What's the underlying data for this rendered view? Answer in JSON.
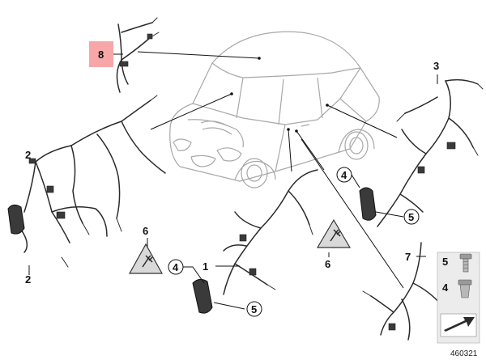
{
  "callouts": {
    "c8": "8",
    "c2": "2",
    "c3": "3",
    "c4_left": "4",
    "c4_right": "4",
    "c5_left": "5",
    "c5_right": "5",
    "c6_left": "6",
    "c6_right": "6",
    "c1": "1",
    "c7": "7"
  },
  "legend": {
    "item_a_number": "5",
    "item_b_number": "4"
  },
  "diagram_number": "460321",
  "colors": {
    "highlight_box": "#f7a7a7",
    "warning_triangle_fill": "#d9d9d9",
    "legend_box_fill": "#ececec"
  }
}
